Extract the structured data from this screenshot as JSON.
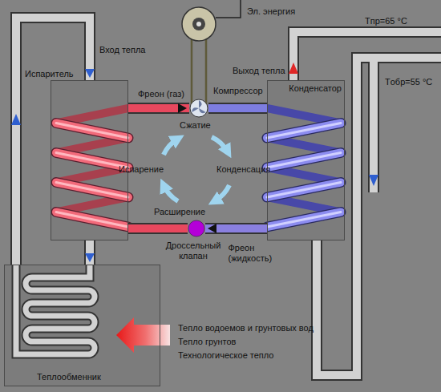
{
  "diagram": {
    "nodes": [
      {
        "text": [
          "Испаритель"
        ]
      },
      {
        "text": [
          "Компрессор"
        ]
      },
      {
        "text": [
          "Конденсатор"
        ]
      },
      {
        "text": [
          "Дроссельный клапан"
        ]
      },
      {
        "text": [
          "Теплообменник"
        ]
      }
    ],
    "edges": [
      {
        "from": 0,
        "to": 1,
        "label": "Фреон (газ)",
        "arrow": "to"
      },
      {
        "from": 1,
        "to": 2,
        "arrow": "none"
      },
      {
        "from": 2,
        "to": 3,
        "label": "Фреон (жидкость)",
        "arrow": "to"
      },
      {
        "from": 3,
        "to": 0,
        "arrow": "none"
      },
      {
        "from": 4,
        "to": 0,
        "arrow": "to"
      },
      {
        "from": 0,
        "to": 4,
        "arrow": "to"
      }
    ],
    "labels": [
      "Эл. энергия",
      "Вход тепла",
      "Выход тепла",
      "Tпр=65 °С",
      "Tобр=55 °С",
      "Сжатие",
      "Испарение",
      "Конденсация",
      "Расширение"
    ],
    "legend": [
      {
        "text": "Тепло водоемов и грунтовых вод"
      },
      {
        "text": "Тепло грунтов"
      },
      {
        "text": "Технологическое тепло"
      }
    ]
  }
}
